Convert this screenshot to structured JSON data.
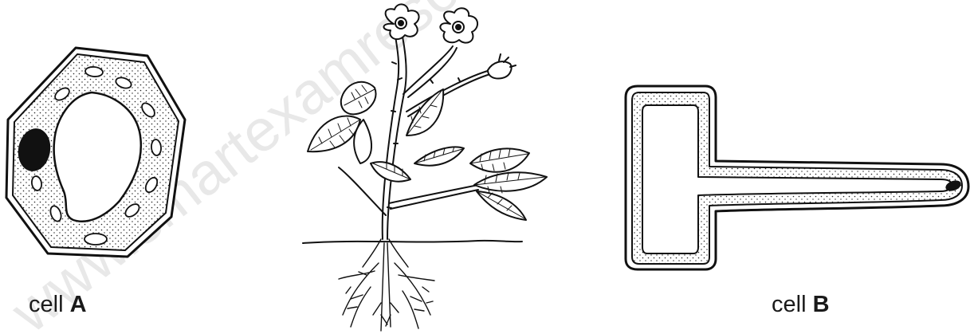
{
  "labels": {
    "cell_a_prefix": "cell ",
    "cell_a_letter": "A",
    "cell_b_prefix": "cell ",
    "cell_b_letter": "B"
  },
  "watermark": "www.smartexamresources.com",
  "colors": {
    "ink": "#111111",
    "watermark": "#e8e8e8"
  }
}
